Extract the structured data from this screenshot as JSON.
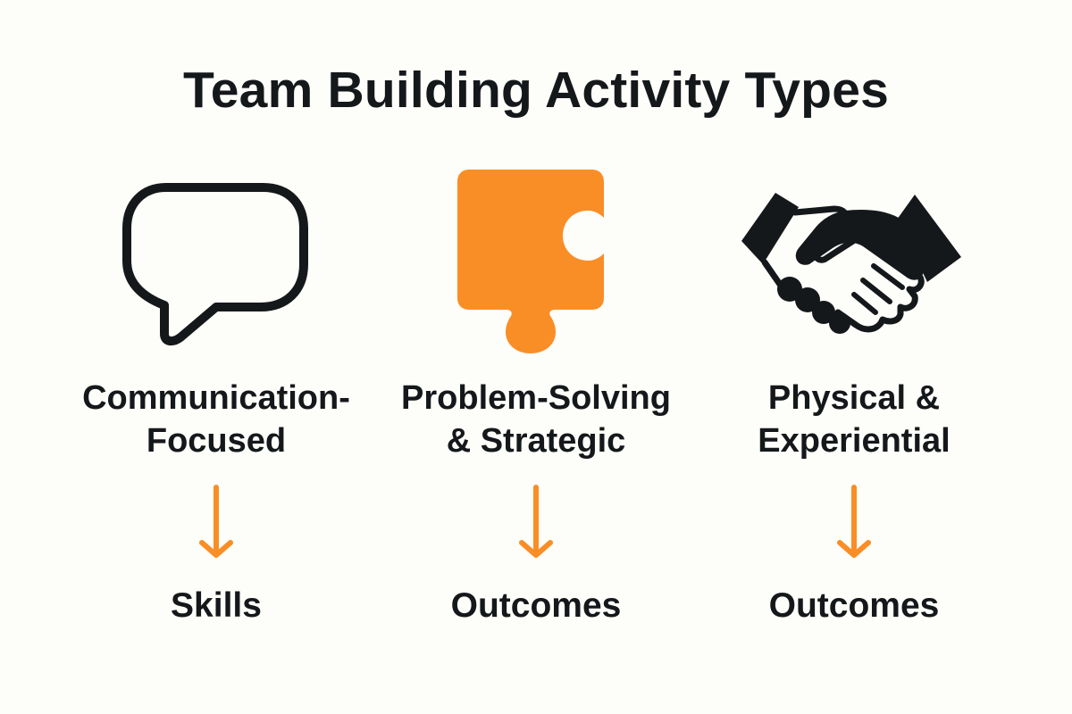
{
  "title": "Team Building Activity Types",
  "colors": {
    "background": "#fdfdf9",
    "text": "#15181b",
    "accent": "#f98e27"
  },
  "columns": [
    {
      "icon": "speech-bubble-icon",
      "label_lines": [
        "Communication-",
        "Focused"
      ],
      "arrow": "down-arrow-icon",
      "result": "Skills"
    },
    {
      "icon": "puzzle-piece-icon",
      "label_lines": [
        "Problem-Solving",
        "& Strategic"
      ],
      "arrow": "down-arrow-icon",
      "result": "Outcomes"
    },
    {
      "icon": "handshake-icon",
      "label_lines": [
        "Physical &",
        "Experiential"
      ],
      "arrow": "down-arrow-icon",
      "result": "Outcomes"
    }
  ]
}
